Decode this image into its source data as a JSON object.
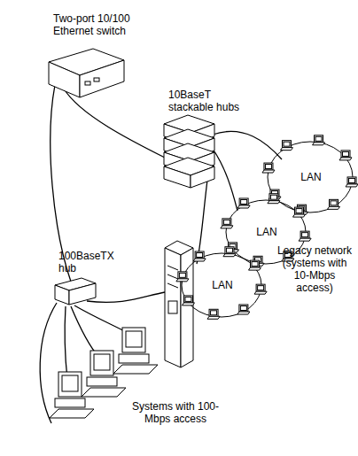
{
  "diagram": {
    "labels": [
      "Two-port 10/100 Ethernet switch",
      "10BaseT stackable hubs",
      "100BaseTX hub",
      "LAN",
      "LAN",
      "LAN",
      "Legacy network (systems with 10-Mbps access)",
      "Systems with 100-Mbps access"
    ]
  }
}
